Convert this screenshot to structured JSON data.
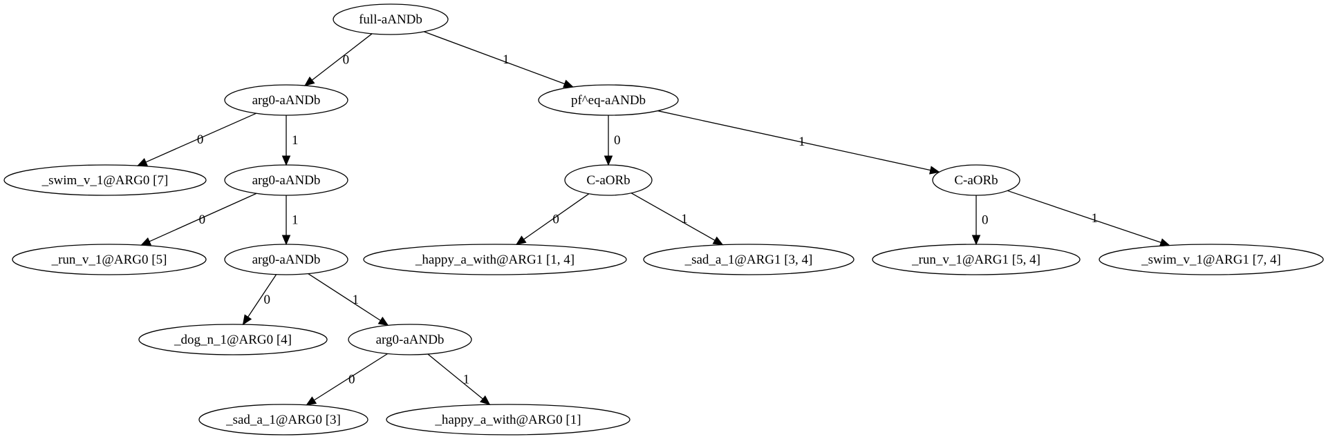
{
  "diagram": {
    "nodes": [
      {
        "id": "n0",
        "label": "full-aANDb"
      },
      {
        "id": "n1",
        "label": "arg0-aANDb"
      },
      {
        "id": "n2",
        "label": "pf^eq-aANDb"
      },
      {
        "id": "n3",
        "label": "_swim_v_1@ARG0 [7]"
      },
      {
        "id": "n4",
        "label": "arg0-aANDb"
      },
      {
        "id": "n5",
        "label": "C-aORb"
      },
      {
        "id": "n6",
        "label": "C-aORb"
      },
      {
        "id": "n7",
        "label": "_run_v_1@ARG0 [5]"
      },
      {
        "id": "n8",
        "label": "arg0-aANDb"
      },
      {
        "id": "n9",
        "label": "_happy_a_with@ARG1 [1, 4]"
      },
      {
        "id": "n10",
        "label": "_sad_a_1@ARG1 [3, 4]"
      },
      {
        "id": "n11",
        "label": "_run_v_1@ARG1 [5, 4]"
      },
      {
        "id": "n12",
        "label": "_swim_v_1@ARG1 [7, 4]"
      },
      {
        "id": "n13",
        "label": "_dog_n_1@ARG0 [4]"
      },
      {
        "id": "n14",
        "label": "arg0-aANDb"
      },
      {
        "id": "n15",
        "label": "_sad_a_1@ARG0 [3]"
      },
      {
        "id": "n16",
        "label": "_happy_a_with@ARG0 [1]"
      }
    ],
    "edges": [
      {
        "from": "n0",
        "to": "n1",
        "label": "0"
      },
      {
        "from": "n0",
        "to": "n2",
        "label": "1"
      },
      {
        "from": "n1",
        "to": "n3",
        "label": "0"
      },
      {
        "from": "n1",
        "to": "n4",
        "label": "1"
      },
      {
        "from": "n2",
        "to": "n5",
        "label": "0"
      },
      {
        "from": "n2",
        "to": "n6",
        "label": "1"
      },
      {
        "from": "n4",
        "to": "n7",
        "label": "0"
      },
      {
        "from": "n4",
        "to": "n8",
        "label": "1"
      },
      {
        "from": "n5",
        "to": "n9",
        "label": "0"
      },
      {
        "from": "n5",
        "to": "n10",
        "label": "1"
      },
      {
        "from": "n6",
        "to": "n11",
        "label": "0"
      },
      {
        "from": "n6",
        "to": "n12",
        "label": "1"
      },
      {
        "from": "n8",
        "to": "n13",
        "label": "0"
      },
      {
        "from": "n8",
        "to": "n14",
        "label": "1"
      },
      {
        "from": "n14",
        "to": "n15",
        "label": "0"
      },
      {
        "from": "n14",
        "to": "n16",
        "label": "1"
      }
    ]
  }
}
